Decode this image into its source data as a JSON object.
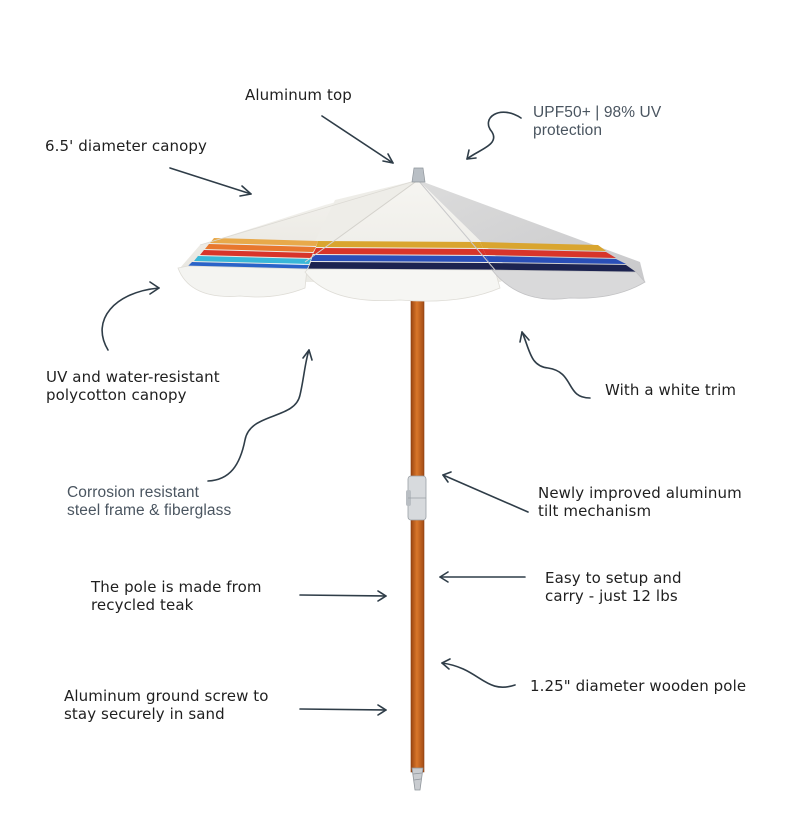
{
  "labels": {
    "aluminum_top": "Aluminum top",
    "upf_line1": "UPF50+ | 98% UV",
    "upf_line2": "protection",
    "canopy_diameter": "6.5' diameter canopy",
    "uv_line1": "UV and water-resistant",
    "uv_line2": "polycotton canopy",
    "white_trim": "With a white trim",
    "frame_line1": "Corrosion resistant",
    "frame_line2": "steel frame &  fiberglass",
    "tilt_line1": "Newly improved aluminum",
    "tilt_line2": "tilt mechanism",
    "teak_line1": "The pole is made from",
    "teak_line2": "recycled teak",
    "setup_line1": "Easy to setup and",
    "setup_line2": "carry - just 12 lbs",
    "pole_diameter": "1.25\" diameter wooden pole",
    "screw_line1": "Aluminum ground screw to",
    "screw_line2": "stay securely in sand"
  },
  "colors": {
    "arrow": "#2f3d48",
    "canopy": "#f1f0ec",
    "pole": "#c8661e",
    "stripe_red": "#d8352a",
    "stripe_navy": "#1c2350",
    "stripe_gold": "#d9a52f",
    "stripe_blue": "#2a63c8",
    "stripe_orange": "#e8772e"
  }
}
